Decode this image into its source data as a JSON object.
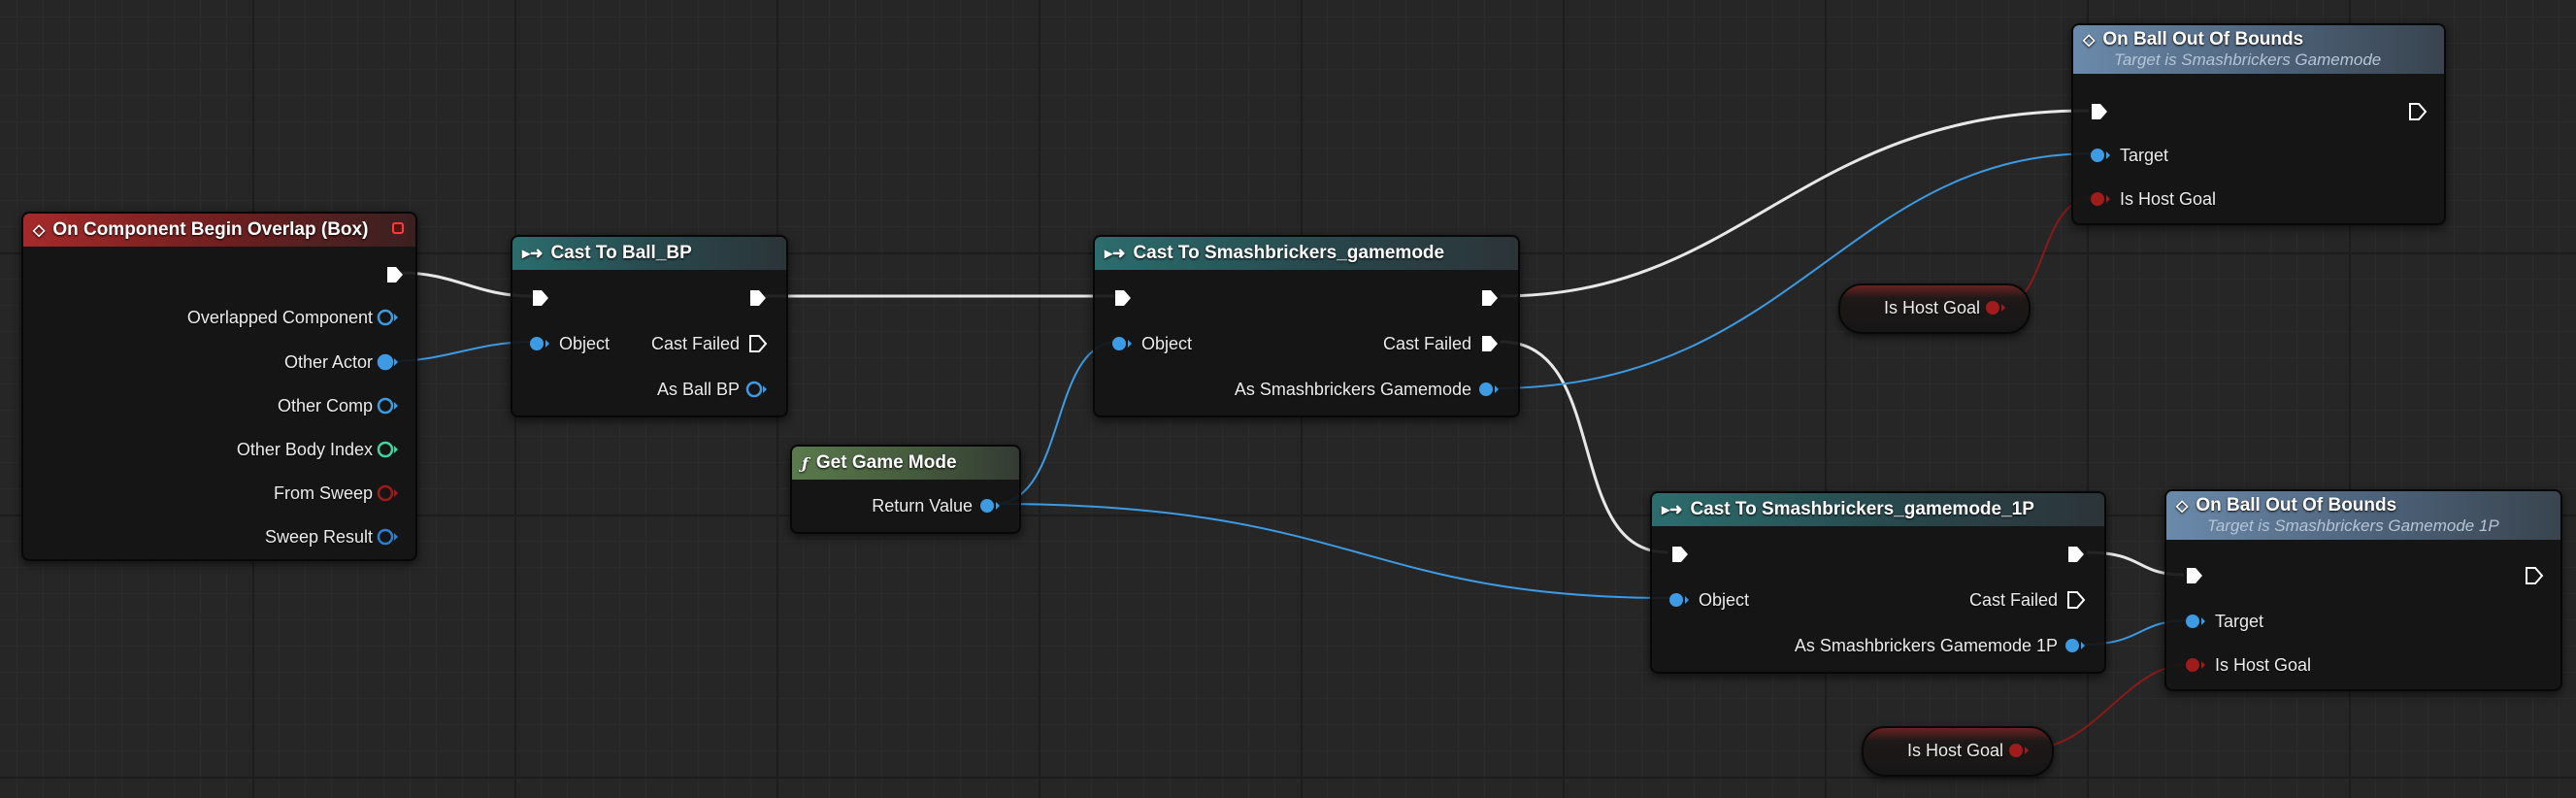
{
  "nodes": {
    "overlap": {
      "title": "On Component Begin Overlap (Box)",
      "pins": [
        "Overlapped Component",
        "Other Actor",
        "Other Comp",
        "Other Body Index",
        "From Sweep",
        "Sweep Result"
      ]
    },
    "cast_ball": {
      "title": "Cast To Ball_BP",
      "object": "Object",
      "cast_failed": "Cast Failed",
      "as_output": "As Ball BP"
    },
    "cast_gm": {
      "title": "Cast To Smashbrickers_gamemode",
      "object": "Object",
      "cast_failed": "Cast Failed",
      "as_output": "As Smashbrickers Gamemode"
    },
    "get_gm": {
      "title": "Get Game Mode",
      "return": "Return Value"
    },
    "cast_gm1p": {
      "title": "Cast To Smashbrickers_gamemode_1P",
      "object": "Object",
      "cast_failed": "Cast Failed",
      "as_output": "As Smashbrickers Gamemode 1P"
    },
    "oob1": {
      "title": "On Ball Out Of Bounds",
      "subtitle": "Target is Smashbrickers Gamemode",
      "target": "Target",
      "host": "Is Host Goal"
    },
    "oob2": {
      "title": "On Ball Out Of Bounds",
      "subtitle": "Target is Smashbrickers Gamemode 1P",
      "target": "Target",
      "host": "Is Host Goal"
    },
    "var1": {
      "label": "Is Host Goal"
    },
    "var2": {
      "label": "Is Host Goal"
    }
  },
  "colors": {
    "exec": "#ffffff",
    "object": "#3d9be3",
    "struct": "#2a7fd0",
    "int": "#3fd6a0",
    "bool": "#a01b1b"
  }
}
